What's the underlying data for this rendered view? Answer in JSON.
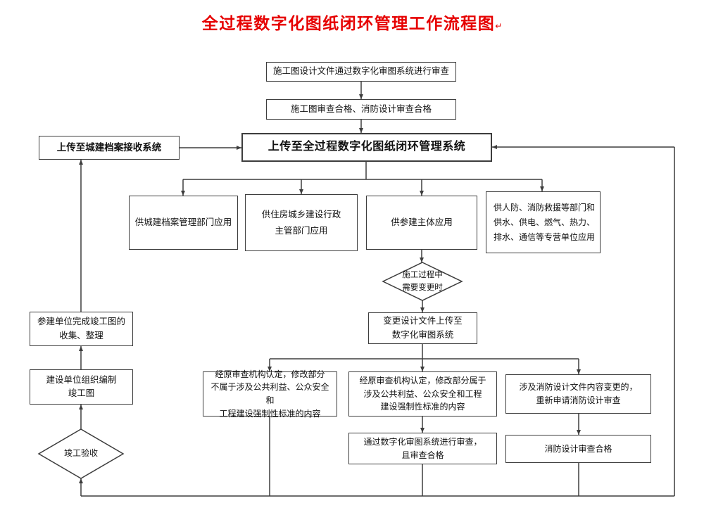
{
  "title": "全过程数字化图纸闭环管理工作流程图",
  "title_mark": "↵",
  "nodes": {
    "review_start": "施工图设计文件通过数字化审图系统进行审查",
    "review_pass": "施工图审查合格、消防设计审查合格",
    "upload_loop": "上传至全过程数字化图纸闭环管理系统",
    "upload_archive": "上传至城建档案接收系统",
    "app_archive": "供城建档案管理部门应用",
    "app_housing": "供住房城乡建设行政\n主管部门应用",
    "app_participants": "供参建主体应用",
    "app_special": "供人防、消防救援等部门和\n供水、供电、燃气、热力、\n排水、通信等专营单位应用",
    "decision_change": "施工过程中\n需要变更时",
    "change_upload": "变更设计文件上传至\n数字化审图系统",
    "change_minor": "经原审查机构认定，修改部分\n不属于涉及公共利益、公众安全和\n工程建设强制性标准的内容",
    "change_major": "经原审查机构认定，修改部分属于\n涉及公共利益、公众安全和工程\n建设强制性标准的内容",
    "change_fire": "涉及消防设计文件内容变更的，\n重新申请消防设计审查",
    "recheck_pass": "通过数字化审图系统进行审查，\n且审查合格",
    "fire_pass": "消防设计审查合格",
    "asbuilt_collect": "参建单位完成竣工图的\n收集、整理",
    "asbuilt_compile": "建设单位组织编制\n竣工图",
    "decision_acceptance": "竣工验收"
  },
  "colors": {
    "title": "#e60000",
    "line": "#3d3d3d",
    "text": "#111111",
    "background": "#ffffff"
  }
}
